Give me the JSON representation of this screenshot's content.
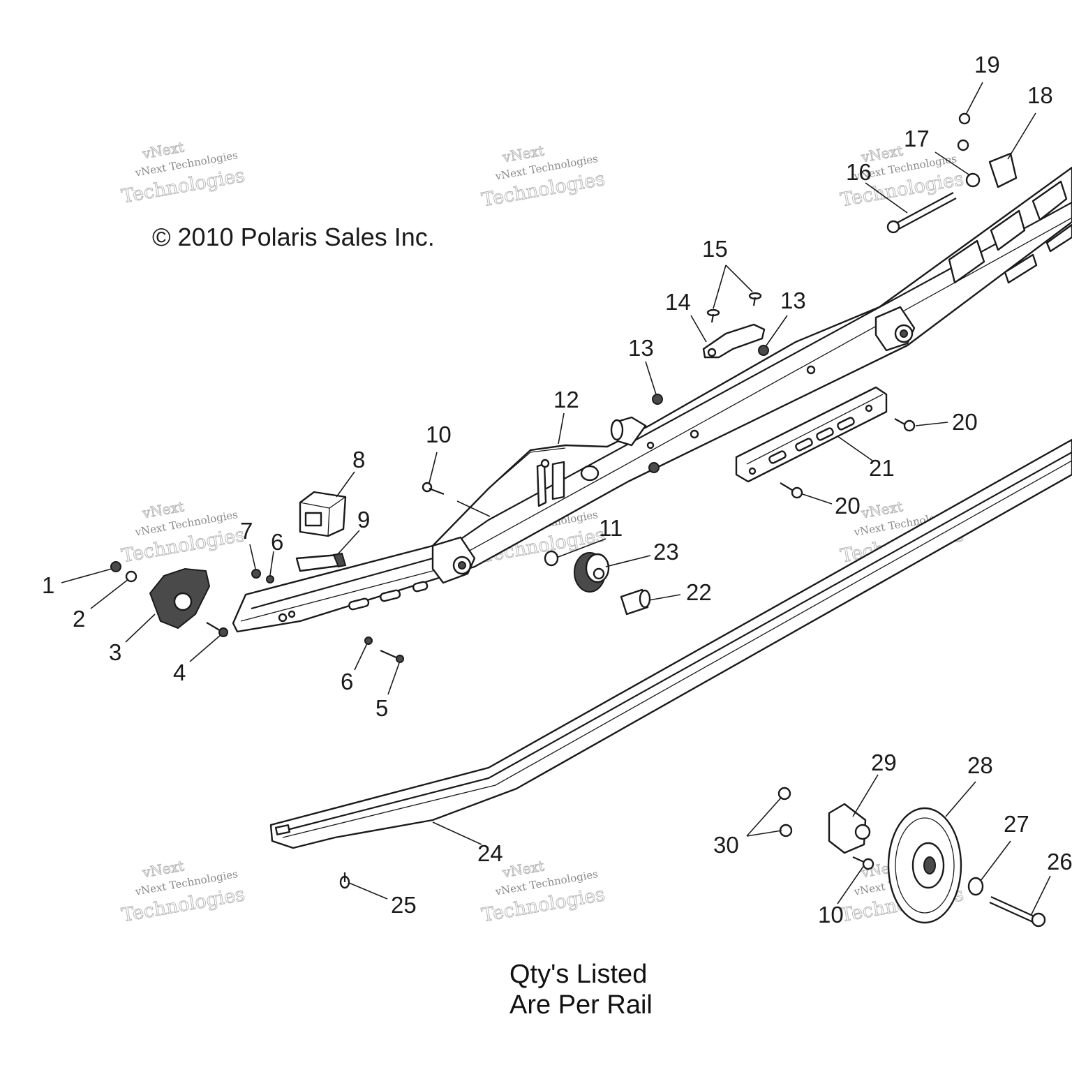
{
  "copyright": "© 2010 Polaris Sales Inc.",
  "note": {
    "line1": "Qty's Listed",
    "line2": "Are Per Rail"
  },
  "watermark": {
    "line1": "vNext",
    "line2": "vNext Technologies",
    "line3": "Technologies"
  },
  "callouts": [
    "1",
    "2",
    "3",
    "4",
    "5",
    "6",
    "6",
    "7",
    "8",
    "9",
    "10",
    "10",
    "11",
    "12",
    "13",
    "13",
    "14",
    "15",
    "16",
    "17",
    "18",
    "19",
    "20",
    "20",
    "21",
    "22",
    "23",
    "24",
    "25",
    "26",
    "27",
    "28",
    "29",
    "30"
  ]
}
